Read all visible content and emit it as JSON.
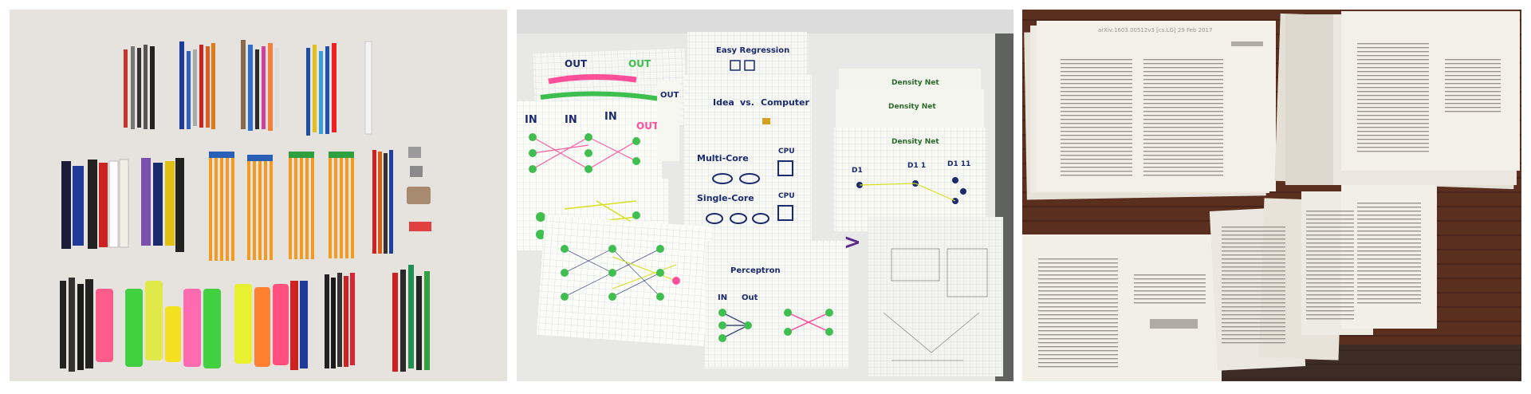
{
  "photos": {
    "pens": {
      "colors": {
        "table": "#e6e3df",
        "shadow": "#cfccc8"
      }
    },
    "sketches": {
      "colors": {
        "table": "#5f625f",
        "paper": "#f6f6f2",
        "grid": "#d9dde3",
        "green": "#3fbf4f",
        "pink": "#ff4f9a",
        "navy": "#1c2a6e",
        "yellow": "#d8e020"
      },
      "texts": {
        "easy_regression": "Easy Regression",
        "idea": "Idea",
        "vs": "vs.",
        "computer": "Computer",
        "multi_core": "Multi-Core",
        "single_core": "Single-Core",
        "cpu": "CPU",
        "density_net": "Density Net",
        "perceptron": "Perceptron",
        "in": "IN",
        "out": "Out",
        "out_caps": "OUT",
        "d1": "D1",
        "d1_1": "D1 1",
        "d1_11": "D1 11"
      }
    },
    "papers": {
      "colors": {
        "wood": "#5a2f1f",
        "paper": "#f1eee6",
        "text": "#9a968e"
      },
      "texts": {
        "header": "arXiv:1603.00512v3 [cs.LG] 29 Feb 2017"
      }
    }
  }
}
